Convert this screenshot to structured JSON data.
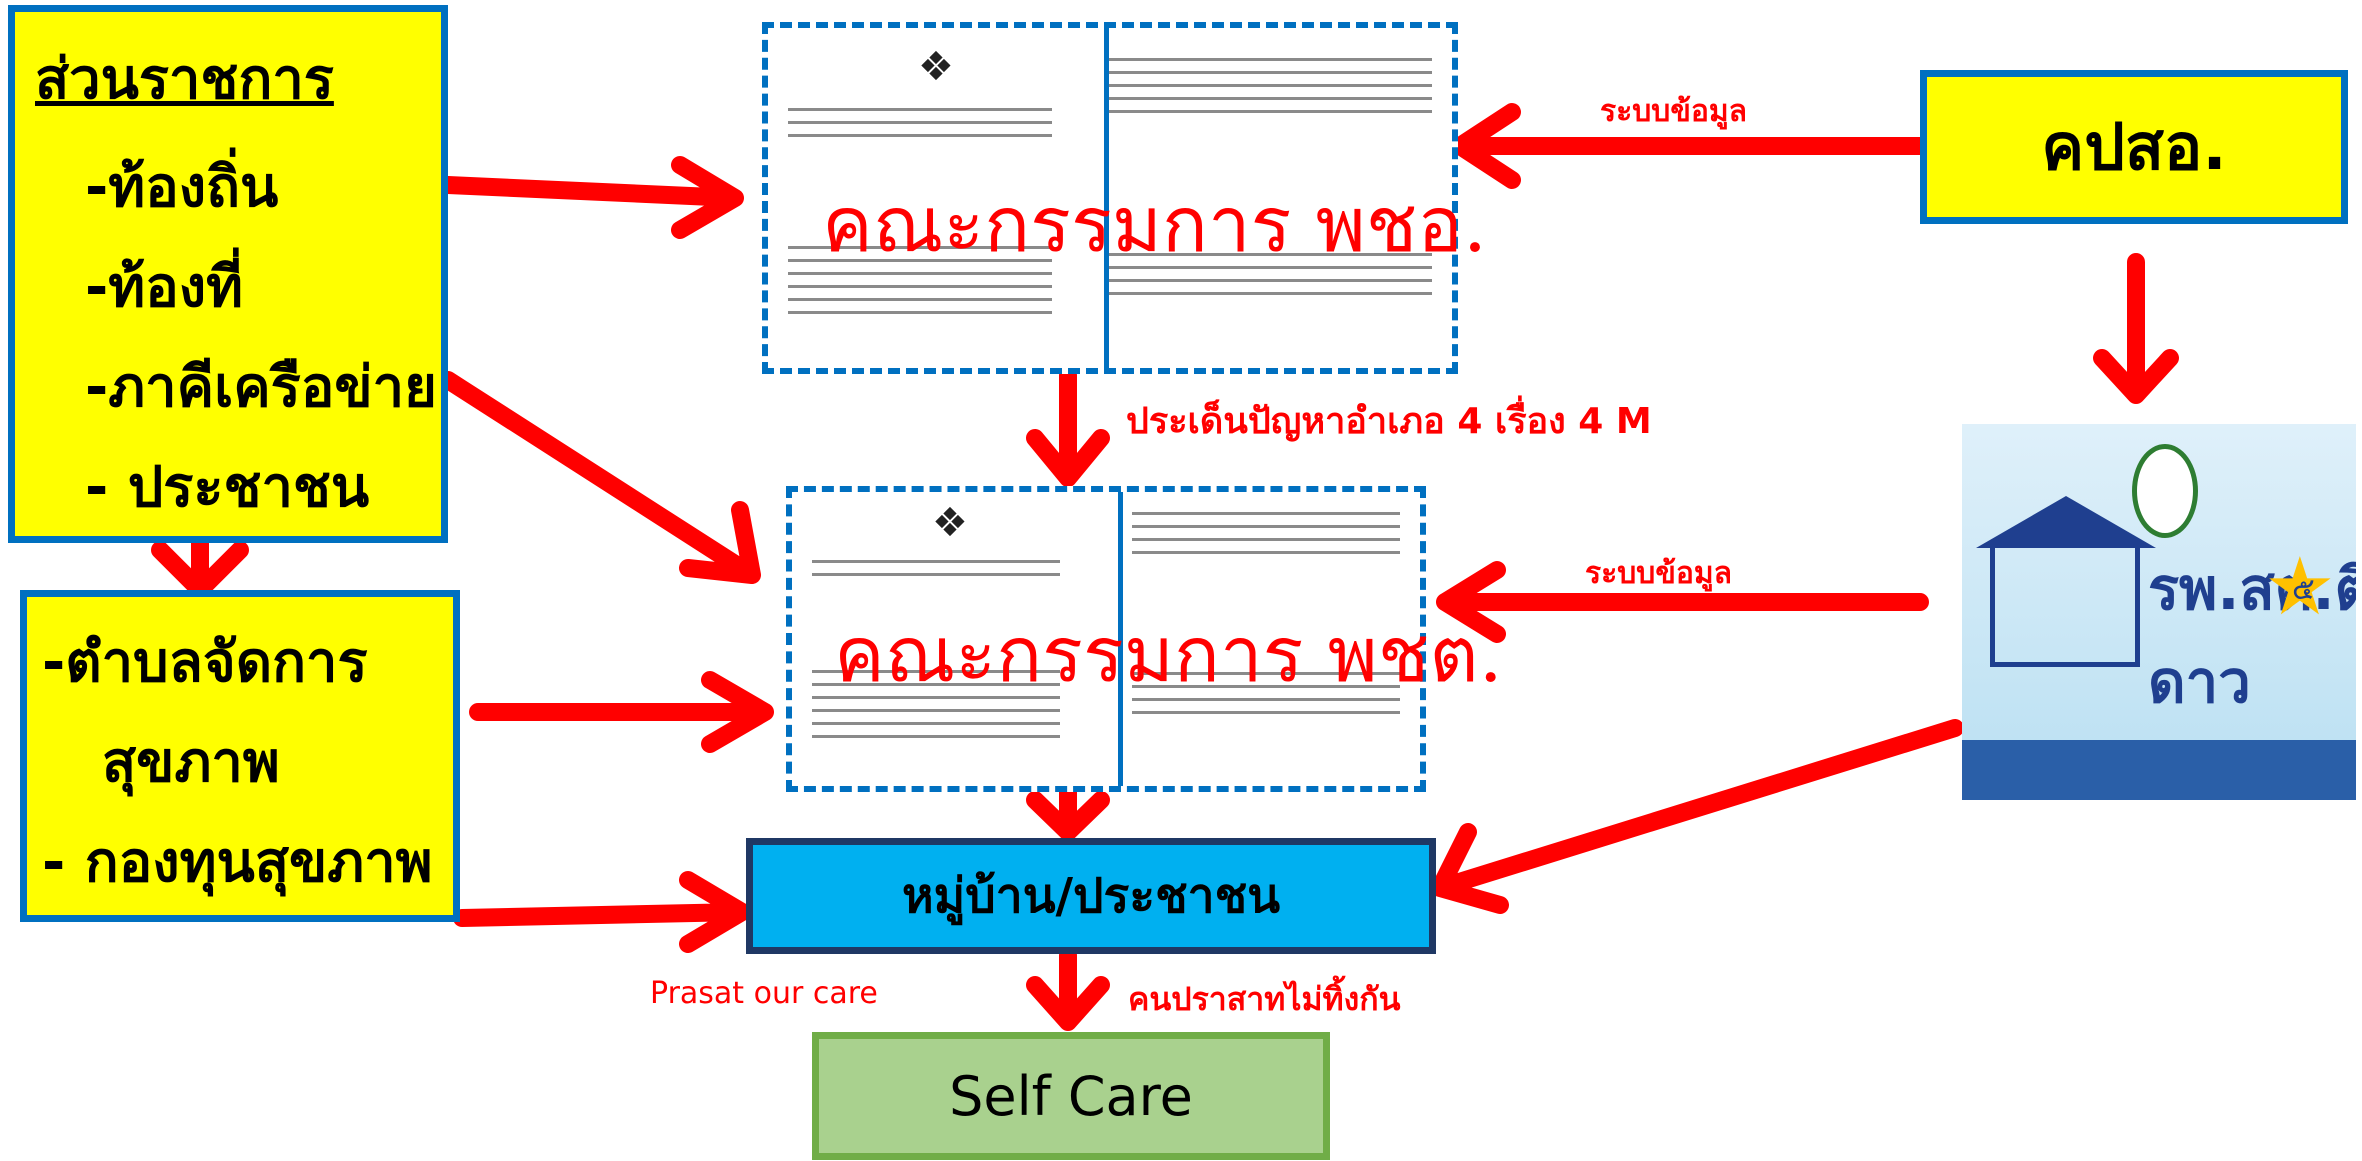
{
  "government": {
    "title": "ส่วนราชการ",
    "items": [
      "-ท้องถิ่น",
      "-ท้องที่",
      "-ภาคีเครือข่าย",
      "- ประชาชน"
    ]
  },
  "subdistrict": {
    "line1": "-ตำบลจัดการ",
    "line2": "สุขภาพ",
    "line3": "- กองทุนสุขภาพ"
  },
  "kpso": {
    "label": "คปสอ."
  },
  "committee_district": {
    "label": "คณะกรรมการ พชอ."
  },
  "committee_subdistrict": {
    "label": "คณะกรรมการ พชต."
  },
  "labels": {
    "info_system_top": "ระบบข้อมูล",
    "info_system_middle": "ระบบข้อมูล",
    "issues": "ประเด็นปัญหาอำเภอ 4 เรื่อง  4 M",
    "prasat_care": "Prasat our care",
    "slogan": "คนปราสาทไม่ทิ้งกัน"
  },
  "village": {
    "label": "หมู่บ้าน/ประชาชน"
  },
  "selfcare": {
    "label": "Self Care"
  },
  "logo": {
    "text": "รพ.สต.ติดดาว",
    "star_number": "๕"
  },
  "colors": {
    "arrow": "#ff0000",
    "box_yellow": "#ffff00",
    "border_blue": "#0070c0",
    "village_blue": "#00b0f0",
    "selfcare_green": "#a9d18e"
  }
}
